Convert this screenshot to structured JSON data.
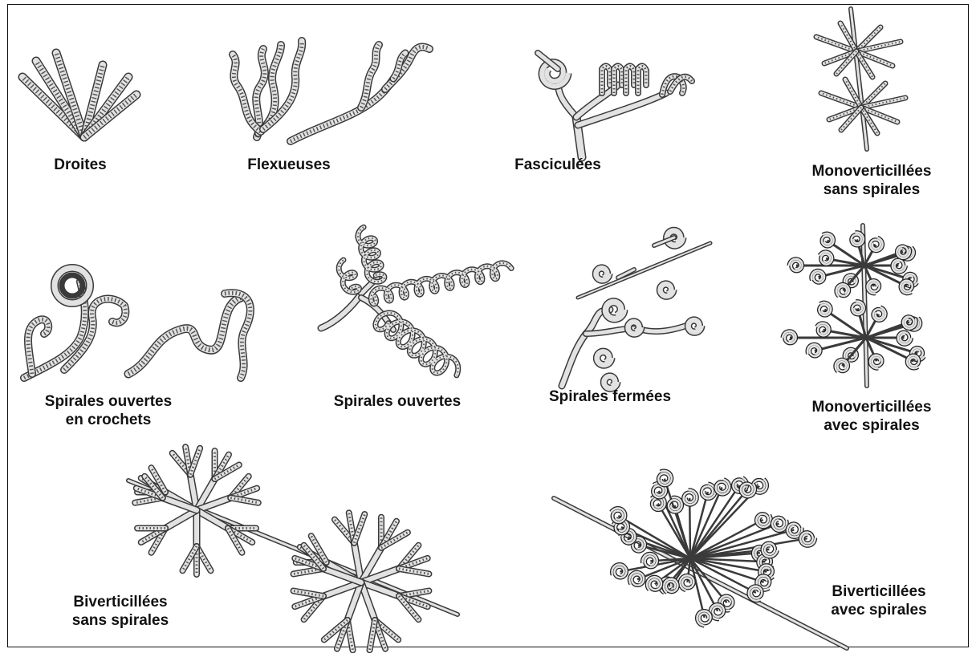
{
  "figure": {
    "colors": {
      "stroke": "#3a3a3a",
      "fill": "#e2e2e2",
      "dots": "#555555",
      "dark": "#222222"
    },
    "panels": [
      {
        "id": "droites",
        "label_lines": [
          "Droites"
        ]
      },
      {
        "id": "flexueuses",
        "label_lines": [
          "Flexueuses"
        ]
      },
      {
        "id": "fasciculees",
        "label_lines": [
          "Fasciculées"
        ]
      },
      {
        "id": "monoverticillees-sans",
        "label_lines": [
          "Monoverticillées",
          "sans spirales"
        ]
      },
      {
        "id": "spirales-crochets",
        "label_lines": [
          "Spirales ouvertes",
          "en crochets"
        ]
      },
      {
        "id": "spirales-ouvertes",
        "label_lines": [
          "Spirales ouvertes"
        ]
      },
      {
        "id": "spirales-fermees",
        "label_lines": [
          "Spirales fermées"
        ]
      },
      {
        "id": "monoverticillees-avec",
        "label_lines": [
          "Monoverticillées",
          "avec spirales"
        ]
      },
      {
        "id": "biverticillees-sans",
        "label_lines": [
          "Biverticillées",
          "sans spirales"
        ]
      },
      {
        "id": "biverticillees-avec",
        "label_lines": [
          "Biverticillées",
          "avec spirales"
        ]
      }
    ]
  }
}
